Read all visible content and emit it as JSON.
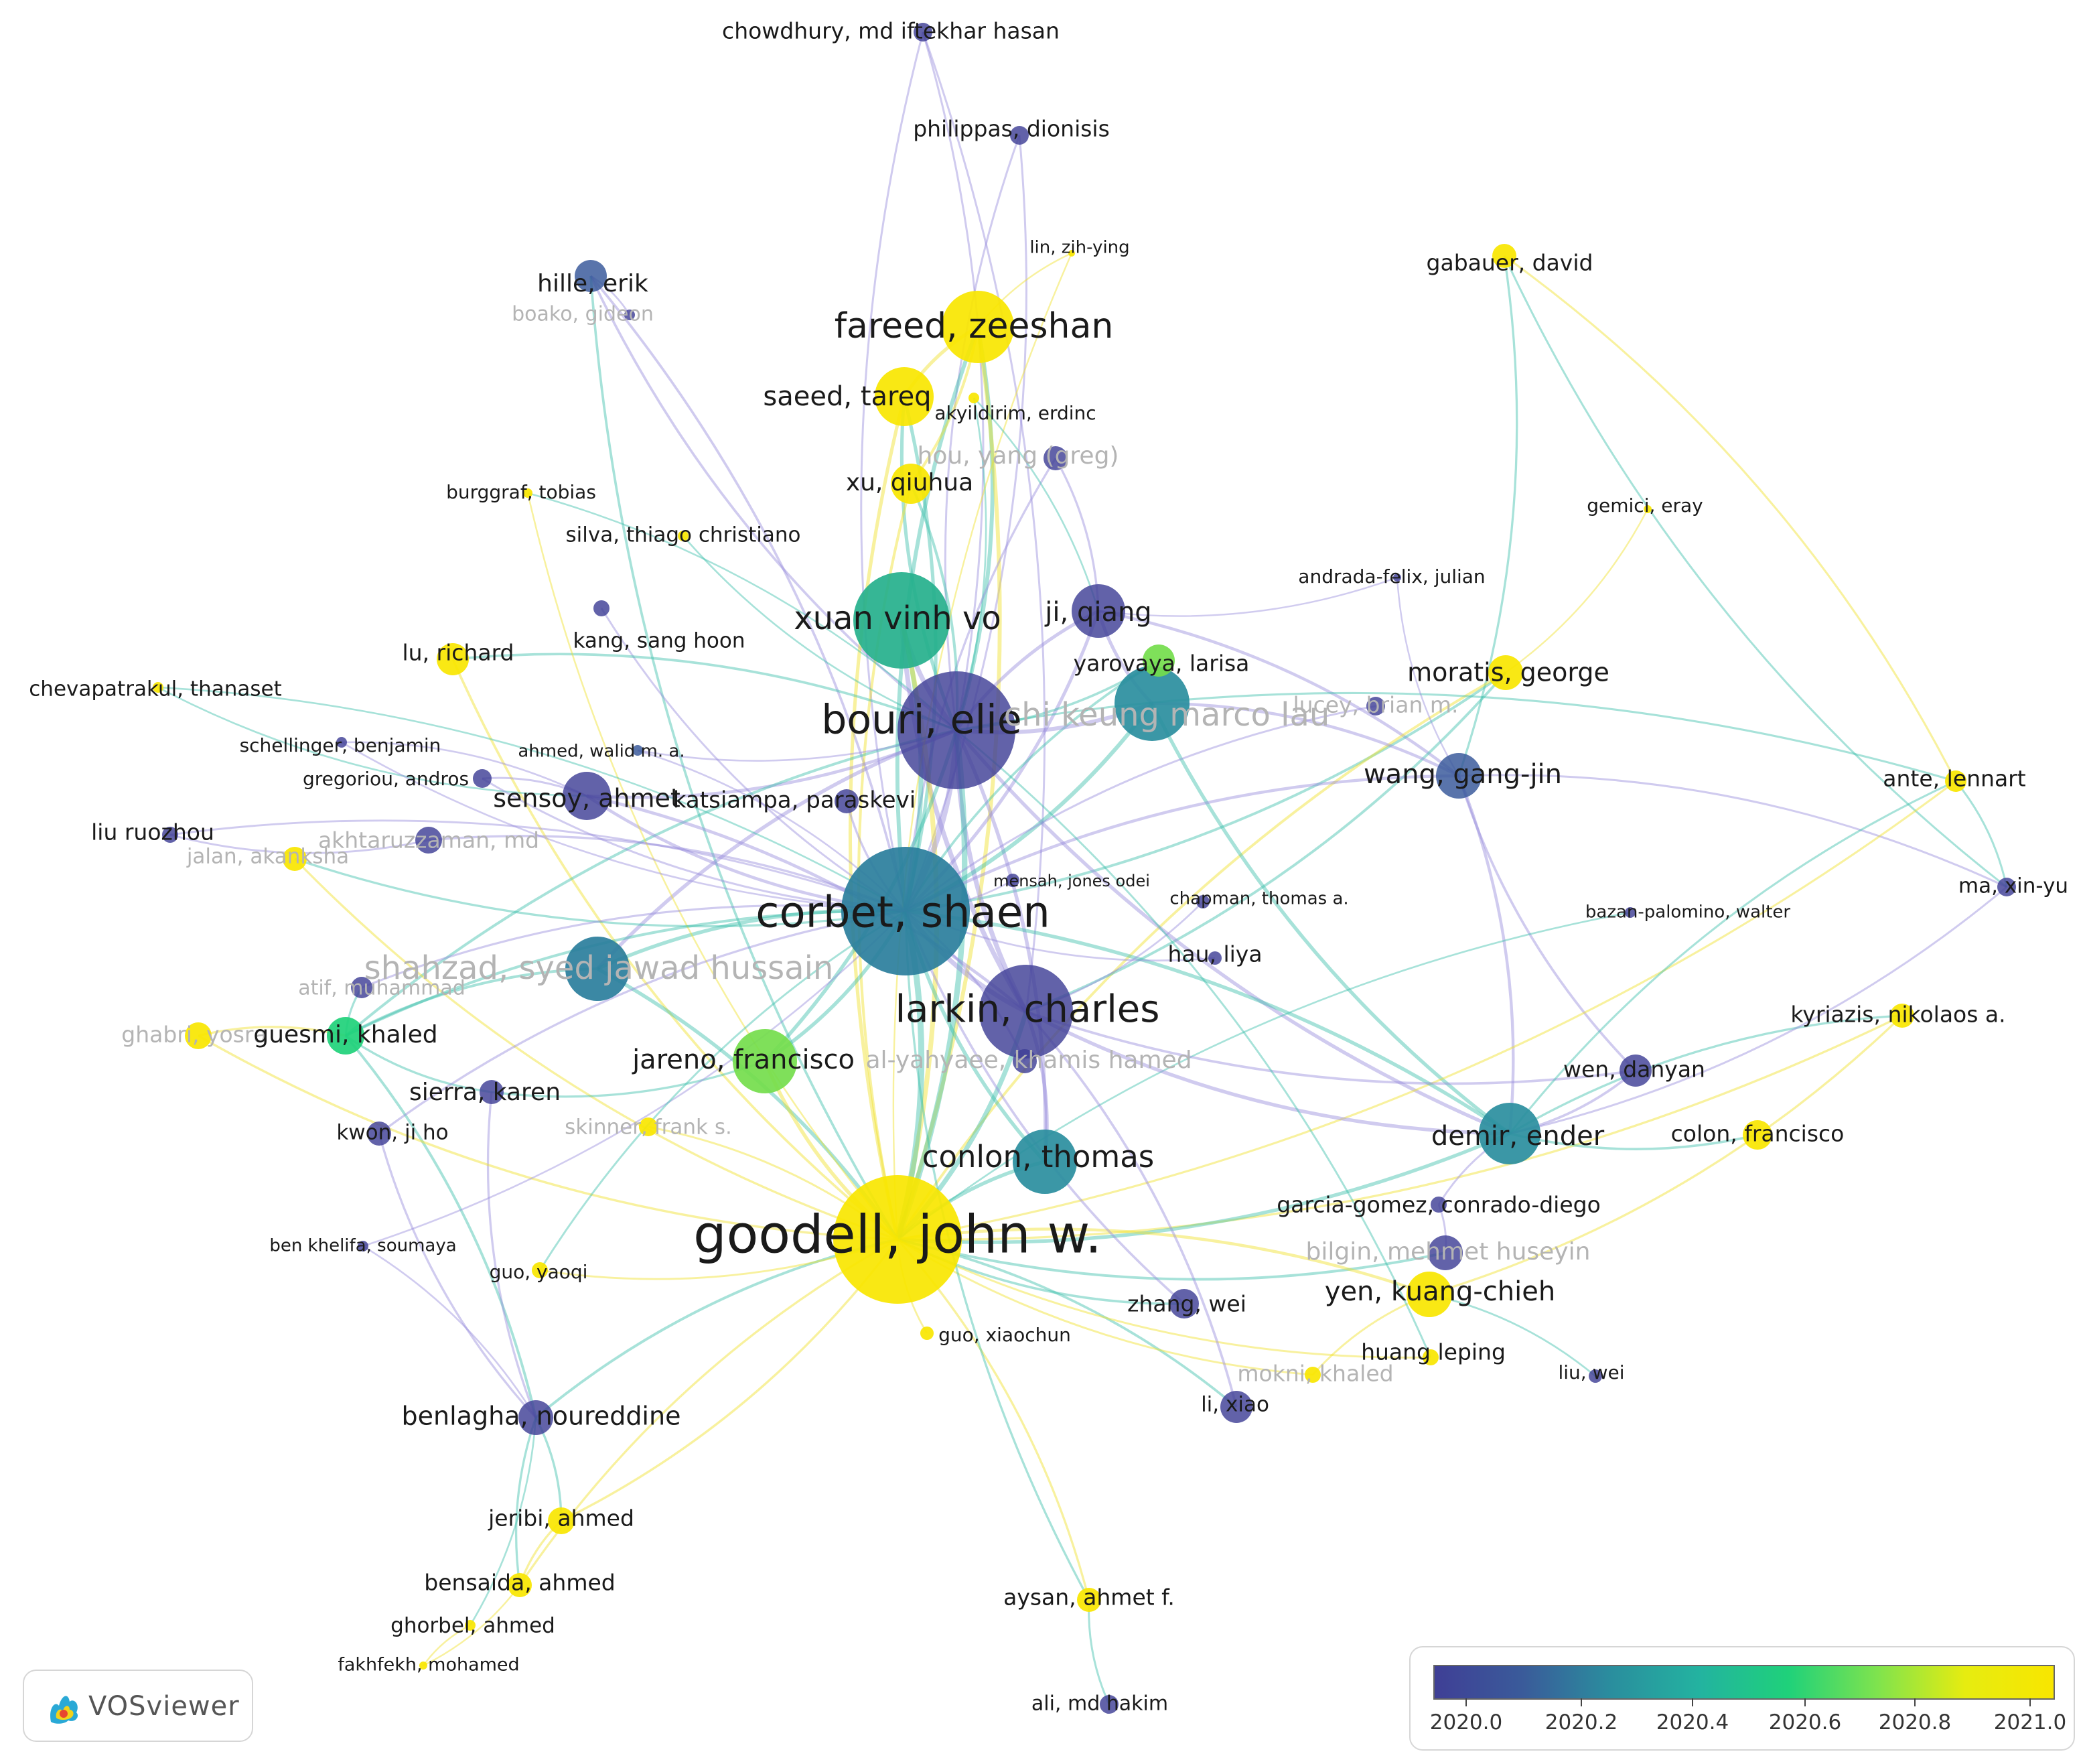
{
  "colorscale": {
    "labels": [
      "2020.0",
      "2020.2",
      "2020.4",
      "2020.6",
      "2020.8",
      "2021.0"
    ],
    "colors": {
      "2020.0": "#3f3f96",
      "2020.4": "#2a8e9e",
      "2020.6": "#1fd17a",
      "2021.0": "#f8e600"
    }
  },
  "logo": {
    "name": "VOSviewer",
    "icon": "vosviewer-logo-icon"
  },
  "authors": [
    {
      "label": "chowdhury, md iftekhar hasan"
    },
    {
      "label": "philippas, dionisis"
    },
    {
      "label": "lin, zih-ying"
    },
    {
      "label": "gabauer, david"
    },
    {
      "label": "hille, erik"
    },
    {
      "label": "boako, gideon"
    },
    {
      "label": "fareed, zeeshan"
    },
    {
      "label": "saeed, tareq"
    },
    {
      "label": "akyildirim, erdinc"
    },
    {
      "label": "hou, yang (greg)"
    },
    {
      "label": "xu, qiuhua"
    },
    {
      "label": "burggraf, tobias"
    },
    {
      "label": "gemici, eray"
    },
    {
      "label": "silva, thiago christiano"
    },
    {
      "label": "andrada-felix, julian"
    },
    {
      "label": "xuan vinh vo"
    },
    {
      "label": "ji, qiang"
    },
    {
      "label": "kang, sang hoon"
    },
    {
      "label": "lu, richard"
    },
    {
      "label": "yarovaya, larisa"
    },
    {
      "label": "moratis, george"
    },
    {
      "label": "chevapatrakul, thanaset"
    },
    {
      "label": "bouri, elie"
    },
    {
      "label": "chi keung marco lau"
    },
    {
      "label": "lucey, brian m."
    },
    {
      "label": "schellinger, benjamin"
    },
    {
      "label": "ahmed, walid m. a."
    },
    {
      "label": "gregoriou, andros"
    },
    {
      "label": "wang, gang-jin"
    },
    {
      "label": "sensoy, ahmet"
    },
    {
      "label": "katsiampa, paraskevi"
    },
    {
      "label": "ante, lennart"
    },
    {
      "label": "liu ruozhou"
    },
    {
      "label": "akhtaruzzaman, md"
    },
    {
      "label": "jalan, akanksha"
    },
    {
      "label": "mensah, jones odei"
    },
    {
      "label": "ma, xin-yu"
    },
    {
      "label": "corbet, shaen"
    },
    {
      "label": "chapman, thomas a."
    },
    {
      "label": "bazan-palomino, walter"
    },
    {
      "label": "shahzad, syed jawad hussain"
    },
    {
      "label": "hau, liya"
    },
    {
      "label": "atif, muhammad"
    },
    {
      "label": "larkin, charles"
    },
    {
      "label": "kyriazis, nikolaos a."
    },
    {
      "label": "ghabri, yosra"
    },
    {
      "label": "guesmi, khaled"
    },
    {
      "label": "jareno, francisco"
    },
    {
      "label": "al-yahyaee, khamis hamed"
    },
    {
      "label": "wen, danyan"
    },
    {
      "label": "sierra, karen"
    },
    {
      "label": "skinner, frank s."
    },
    {
      "label": "kwon, ji ho"
    },
    {
      "label": "demir, ender"
    },
    {
      "label": "colon, francisco"
    },
    {
      "label": "conlon, thomas"
    },
    {
      "label": "garcia-gomez, conrado-diego"
    },
    {
      "label": "goodell, john w."
    },
    {
      "label": "ben khelifa, soumaya"
    },
    {
      "label": "bilgin, mehmet huseyin"
    },
    {
      "label": "guo, yaoqi"
    },
    {
      "label": "zhang, wei"
    },
    {
      "label": "yen, kuang-chieh"
    },
    {
      "label": "guo, xiaochun"
    },
    {
      "label": "huang leping"
    },
    {
      "label": "liu, wei"
    },
    {
      "label": "mokni, khaled"
    },
    {
      "label": "li, xiao"
    },
    {
      "label": "benlagha, noureddine"
    },
    {
      "label": "jeribi, ahmed"
    },
    {
      "label": "bensaida, ahmed"
    },
    {
      "label": "aysan, ahmet f."
    },
    {
      "label": "ghorbel, ahmed"
    },
    {
      "label": "fakhfekh, mohamed"
    },
    {
      "label": "ali, md hakim"
    }
  ]
}
